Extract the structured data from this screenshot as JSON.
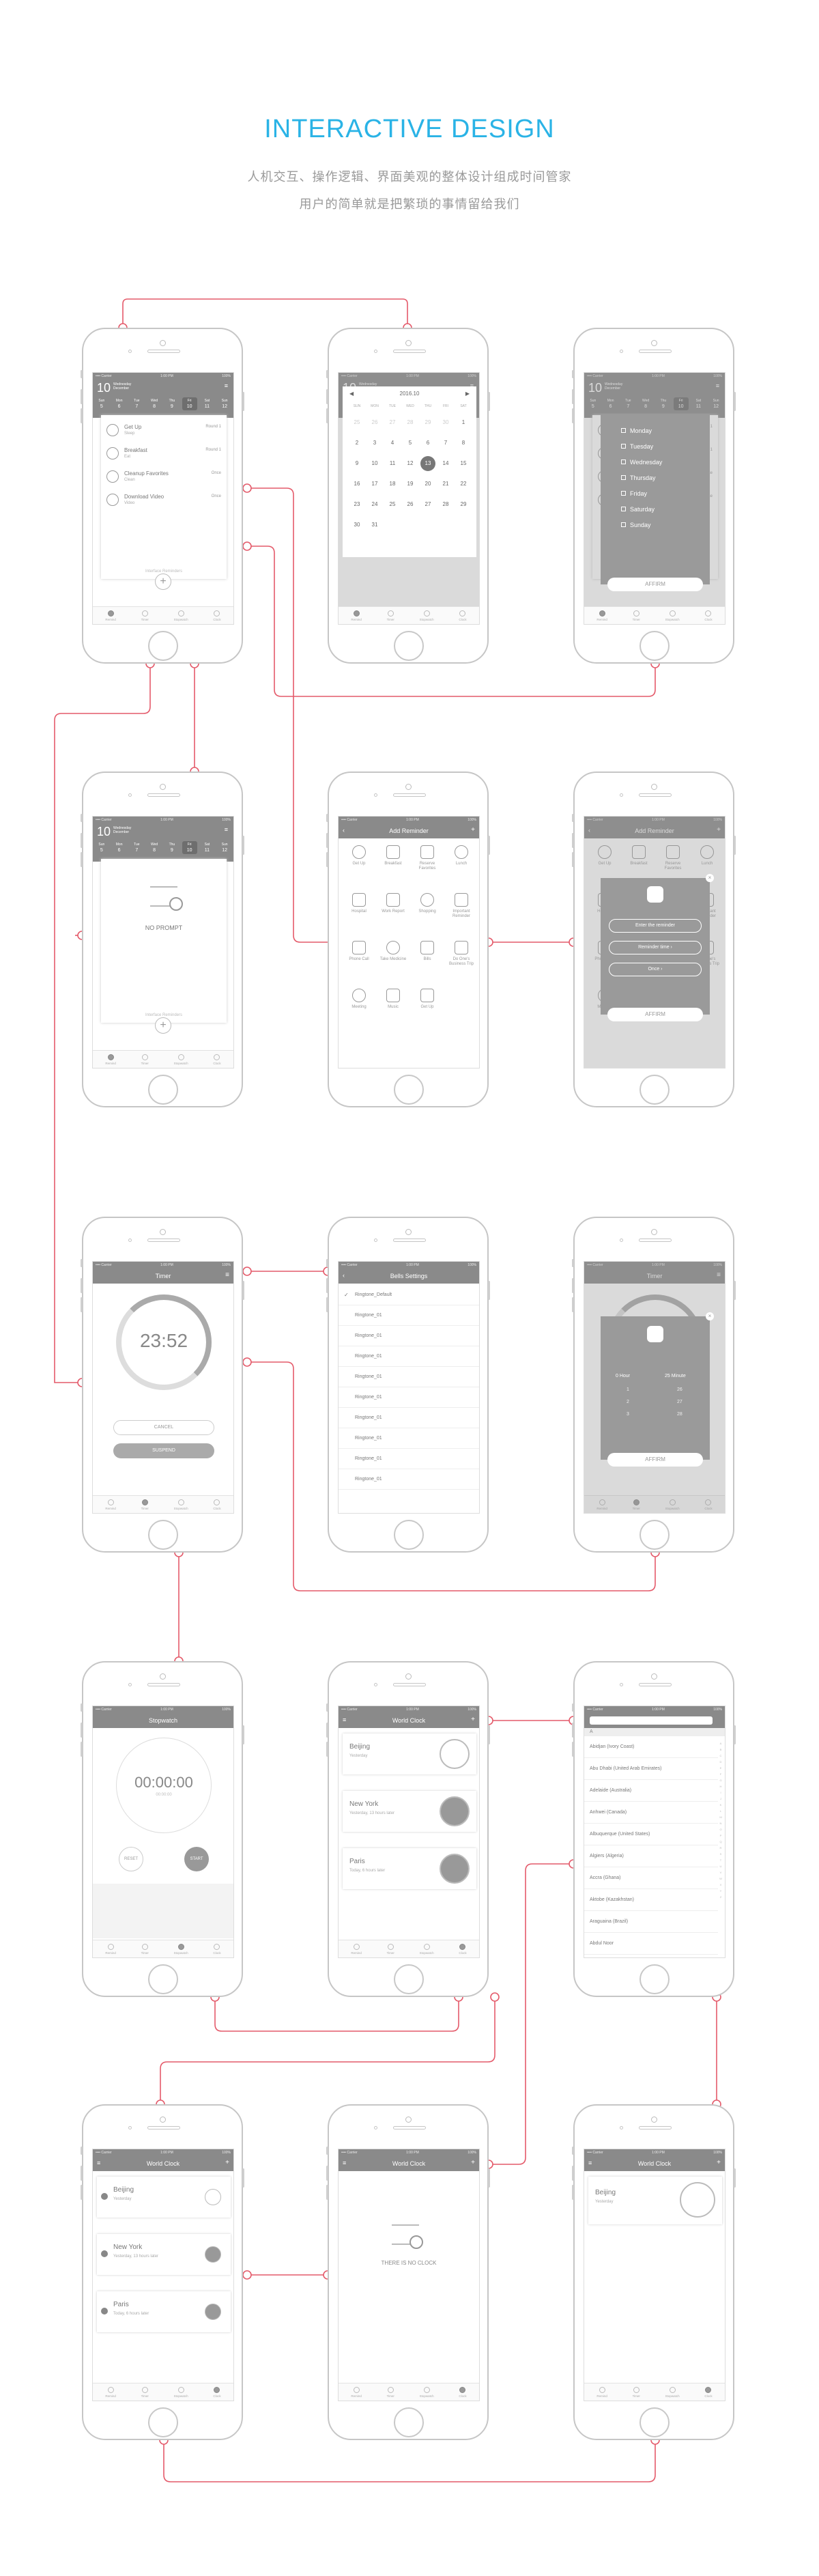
{
  "header": {
    "title": "INTERACTIVE DESIGN",
    "subtitle_1": "人机交互、操作逻辑、界面美观的整体设计组成时间管家",
    "subtitle_2": "用户的简单就是把繁琐的事情留给我们"
  },
  "colors": {
    "accent_title": "#2ab3e6",
    "wire": "#e45a6a",
    "chrome": "#8a8a8a"
  },
  "status": {
    "carrier": "•••• Carrier",
    "time": "1:00 PM",
    "battery": "100%"
  },
  "tabs": [
    "Remind",
    "Timer",
    "Stopwatch",
    "Clock"
  ],
  "screen1": {
    "date_num": "10",
    "date_text": "Wednesday\nDecember",
    "week_days": [
      "Sun",
      "Mon",
      "Tue",
      "Wed",
      "Thu",
      "Fri",
      "Sat",
      "Sun"
    ],
    "week_dates": [
      "5",
      "6",
      "7",
      "8",
      "9",
      "10",
      "11",
      "12"
    ],
    "items": [
      {
        "title": "Get Up",
        "sub": "Sleep",
        "time": "Round 1"
      },
      {
        "title": "Breakfast",
        "sub": "Eat",
        "time": "Round 1"
      },
      {
        "title": "Cleanup Favorites",
        "sub": "Clean",
        "time": "Once"
      },
      {
        "title": "Download Video",
        "sub": "Video",
        "time": "Once"
      }
    ],
    "footer": "Interface Reminders"
  },
  "calendar": {
    "month_label": "2016.10",
    "week": [
      "SUN",
      "MON",
      "TUE",
      "WED",
      "THU",
      "FRI",
      "SAT"
    ],
    "rows": [
      [
        "25",
        "26",
        "27",
        "28",
        "29",
        "30",
        "1"
      ],
      [
        "2",
        "3",
        "4",
        "5",
        "6",
        "7",
        "8"
      ],
      [
        "9",
        "10",
        "11",
        "12",
        "13",
        "14",
        "15"
      ],
      [
        "16",
        "17",
        "18",
        "19",
        "20",
        "21",
        "22"
      ],
      [
        "23",
        "24",
        "25",
        "26",
        "27",
        "28",
        "29"
      ],
      [
        "30",
        "31",
        "",
        "",
        "",
        "",
        ""
      ]
    ],
    "selected": "13"
  },
  "repeat_modal": {
    "days": [
      "Monday",
      "Tuesday",
      "Wednesday",
      "Thursday",
      "Friday",
      "Saturday",
      "Sunday"
    ],
    "affirm": "AFFIRM"
  },
  "empty_remind": {
    "text": "NO PROMPT",
    "footer": "Interface Reminders"
  },
  "add_reminder": {
    "title": "Add Reminder",
    "items": [
      "Get Up",
      "Breakfast",
      "Reserve Favorites",
      "Lunch",
      "Hospital",
      "Work Report",
      "Shopping",
      "Important Reminder",
      "Phone Call",
      "Take Medicine",
      "Bills",
      "Do One's Business Trip",
      "Meeting",
      "Music",
      "Get Up"
    ]
  },
  "reminder_modal": {
    "field_1": "Enter the reminder",
    "field_2": "Reminder time ›",
    "field_3": "Once ›",
    "affirm": "AFFIRM"
  },
  "timer": {
    "title": "Timer",
    "time": "23:52",
    "cancel": "CANCEL",
    "suspend": "SUSPEND"
  },
  "bells": {
    "title": "Bells Settings",
    "items": [
      "Ringtone_Default",
      "Ringtone_01",
      "Ringtone_01",
      "Ringtone_01",
      "Ringtone_01",
      "Ringtone_01",
      "Ringtone_01",
      "Ringtone_01",
      "Ringtone_01",
      "Ringtone_01"
    ]
  },
  "timer_modal": {
    "hour": "0 Hour",
    "minute": "25 Minute",
    "hours": [
      "1",
      "2",
      "3"
    ],
    "mins": [
      "26",
      "27",
      "28"
    ],
    "affirm": "AFFIRM"
  },
  "stopwatch": {
    "title": "Stopwatch",
    "time": "00:00:00",
    "sub": "00:00:00",
    "left": "RESET",
    "right": "START"
  },
  "world_clock": {
    "title": "World Clock",
    "items": [
      {
        "city": "Beijing",
        "sub": "Yesterday"
      },
      {
        "city": "New York",
        "sub": "Yesterday, 13 hours later"
      },
      {
        "city": "Paris",
        "sub": "Today, 6 hours later"
      }
    ]
  },
  "city_list": {
    "section": "A",
    "cities": [
      "Abidjan (Ivory Coast)",
      "Abu Dhabi (United Arab Emirates)",
      "Adelaide (Australia)",
      "Anhwei (Canada)",
      "Albuquerque (United States)",
      "Algiers (Algeria)",
      "Accra (Ghana)",
      "Aktobe (Kazakhstan)",
      "Araguaina (Brazil)",
      "Abdul Noor"
    ],
    "index": [
      "A",
      "B",
      "C",
      "D",
      "E",
      "F",
      "G",
      "H",
      "I",
      "J",
      "K",
      "L",
      "M",
      "N",
      "O",
      "P",
      "Q",
      "R",
      "S",
      "T",
      "U",
      "V",
      "W",
      "X",
      "Y",
      "Z"
    ]
  },
  "no_clock": {
    "text": "THERE IS NO CLOCK"
  },
  "single_clock": {
    "city": "Beijing",
    "sub": "Yesterday"
  }
}
